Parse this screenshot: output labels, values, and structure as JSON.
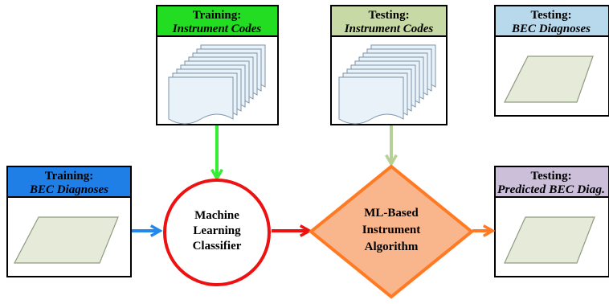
{
  "boxes": {
    "train_codes": {
      "title": "Training:",
      "subtitle": "Instrument Codes",
      "header_color": "#22dd22"
    },
    "test_codes": {
      "title": "Testing:",
      "subtitle": "Instrument Codes",
      "header_color": "#c7d9a4"
    },
    "test_bec": {
      "title": "Testing:",
      "subtitle": "BEC Diagnoses",
      "header_color": "#b8d9ec"
    },
    "train_bec": {
      "title": "Training:",
      "subtitle": "BEC Diagnoses",
      "header_color": "#1f7fe6"
    },
    "predicted_bec": {
      "title": "Testing:",
      "subtitle": "Predicted BEC Diag.",
      "header_color": "#cbbfd9"
    }
  },
  "nodes": {
    "classifier": {
      "lines": [
        "Machine",
        "Learning",
        "Classifier"
      ],
      "color": "#ee1111"
    },
    "algorithm": {
      "lines": [
        "ML-Based",
        "Instrument",
        "Algorithm"
      ],
      "color": "#ff7a22"
    }
  },
  "arrows": {
    "train_codes_to_classifier": "#33ee33",
    "test_codes_to_algorithm": "#b5d196",
    "train_bec_to_classifier": "#2288ee",
    "classifier_to_algorithm": "#ee1111",
    "algorithm_to_predicted": "#ff7a22"
  },
  "icons": {
    "document_stack": "document-stack-icon",
    "parallelogram": "parallelogram-icon"
  },
  "colors": {
    "doc_fill": "#e9f2f9",
    "doc_stroke": "#7d93a8",
    "para_fill": "#e6ead8",
    "para_stroke": "#8e9a80"
  }
}
